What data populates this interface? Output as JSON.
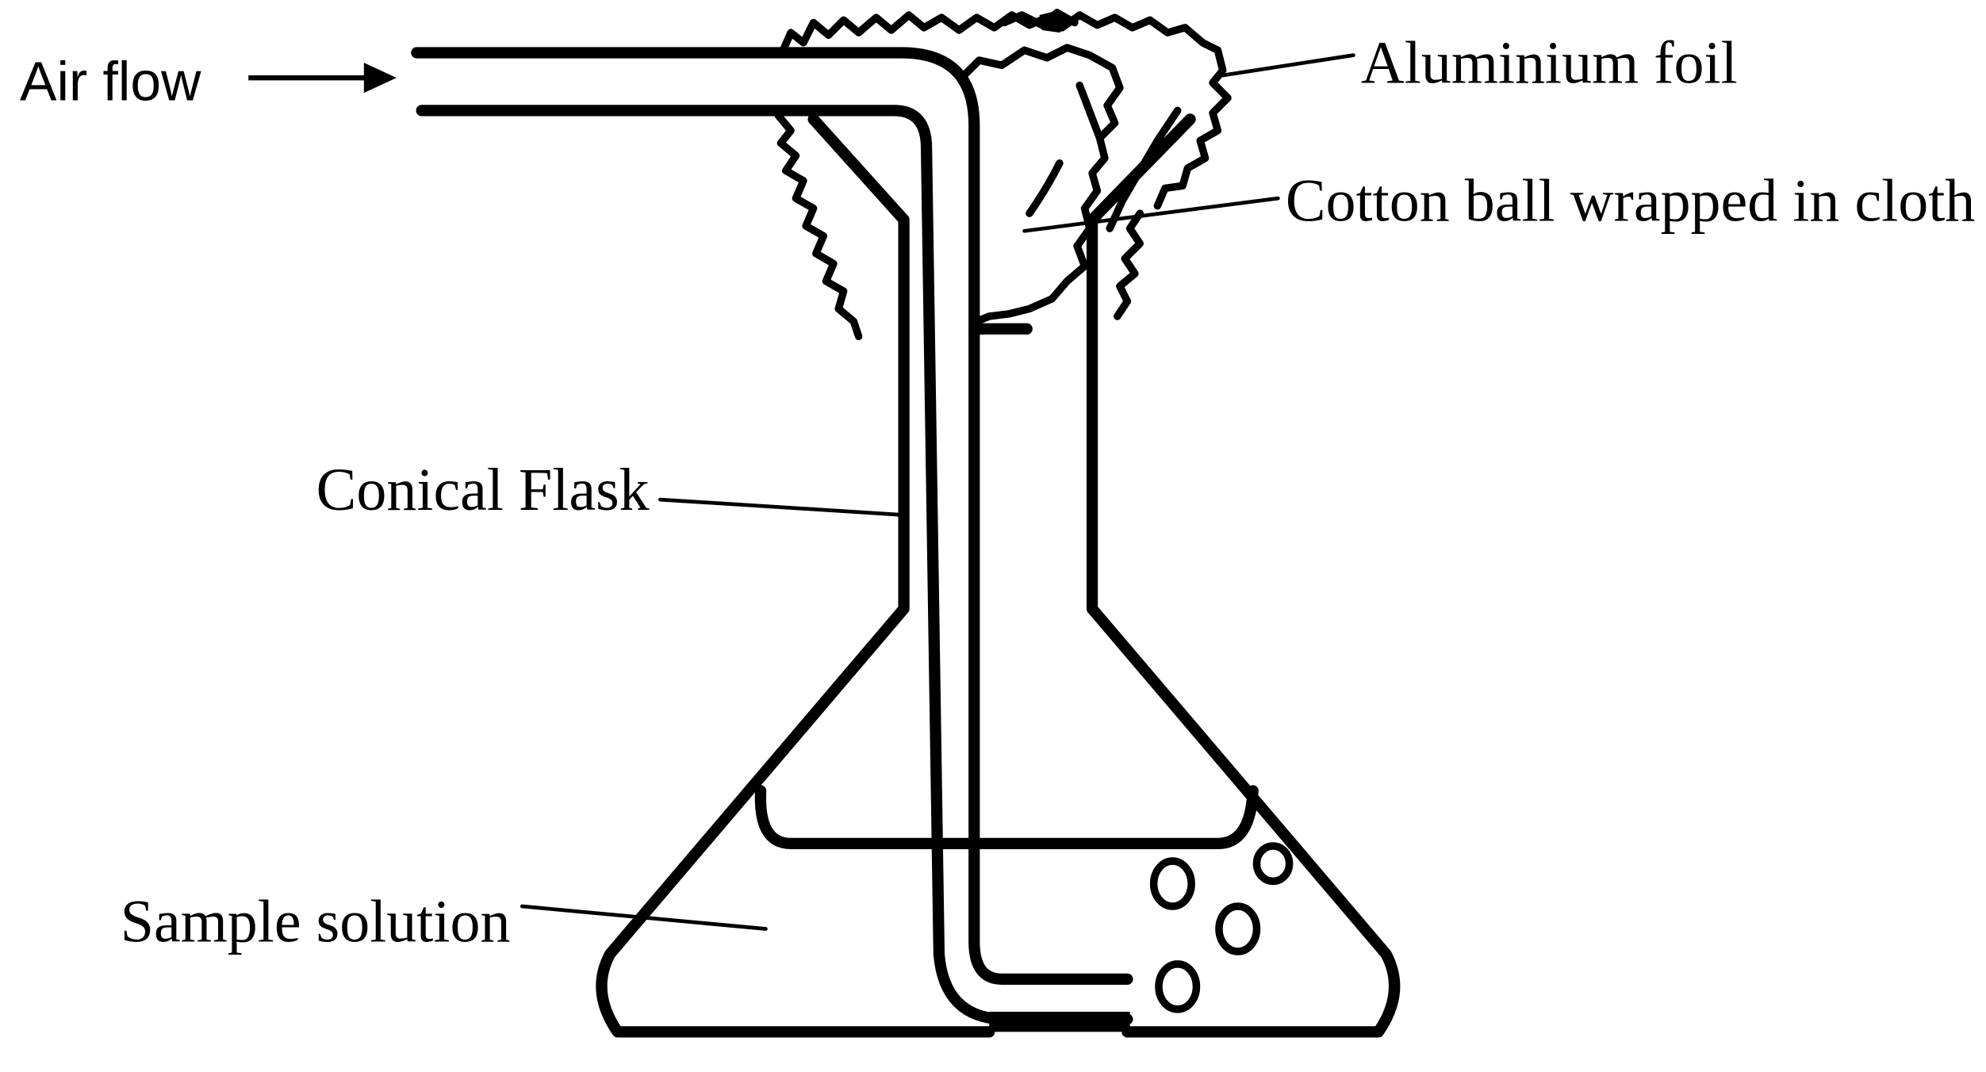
{
  "labels": {
    "air_flow": "Air flow",
    "aluminium_foil": "Aluminium foil",
    "cotton_ball": "Cotton ball wrapped in cloth",
    "conical_flask": "Conical Flask",
    "sample_solution": "Sample solution"
  },
  "colors": {
    "line": "#000000",
    "background": "#ffffff"
  }
}
